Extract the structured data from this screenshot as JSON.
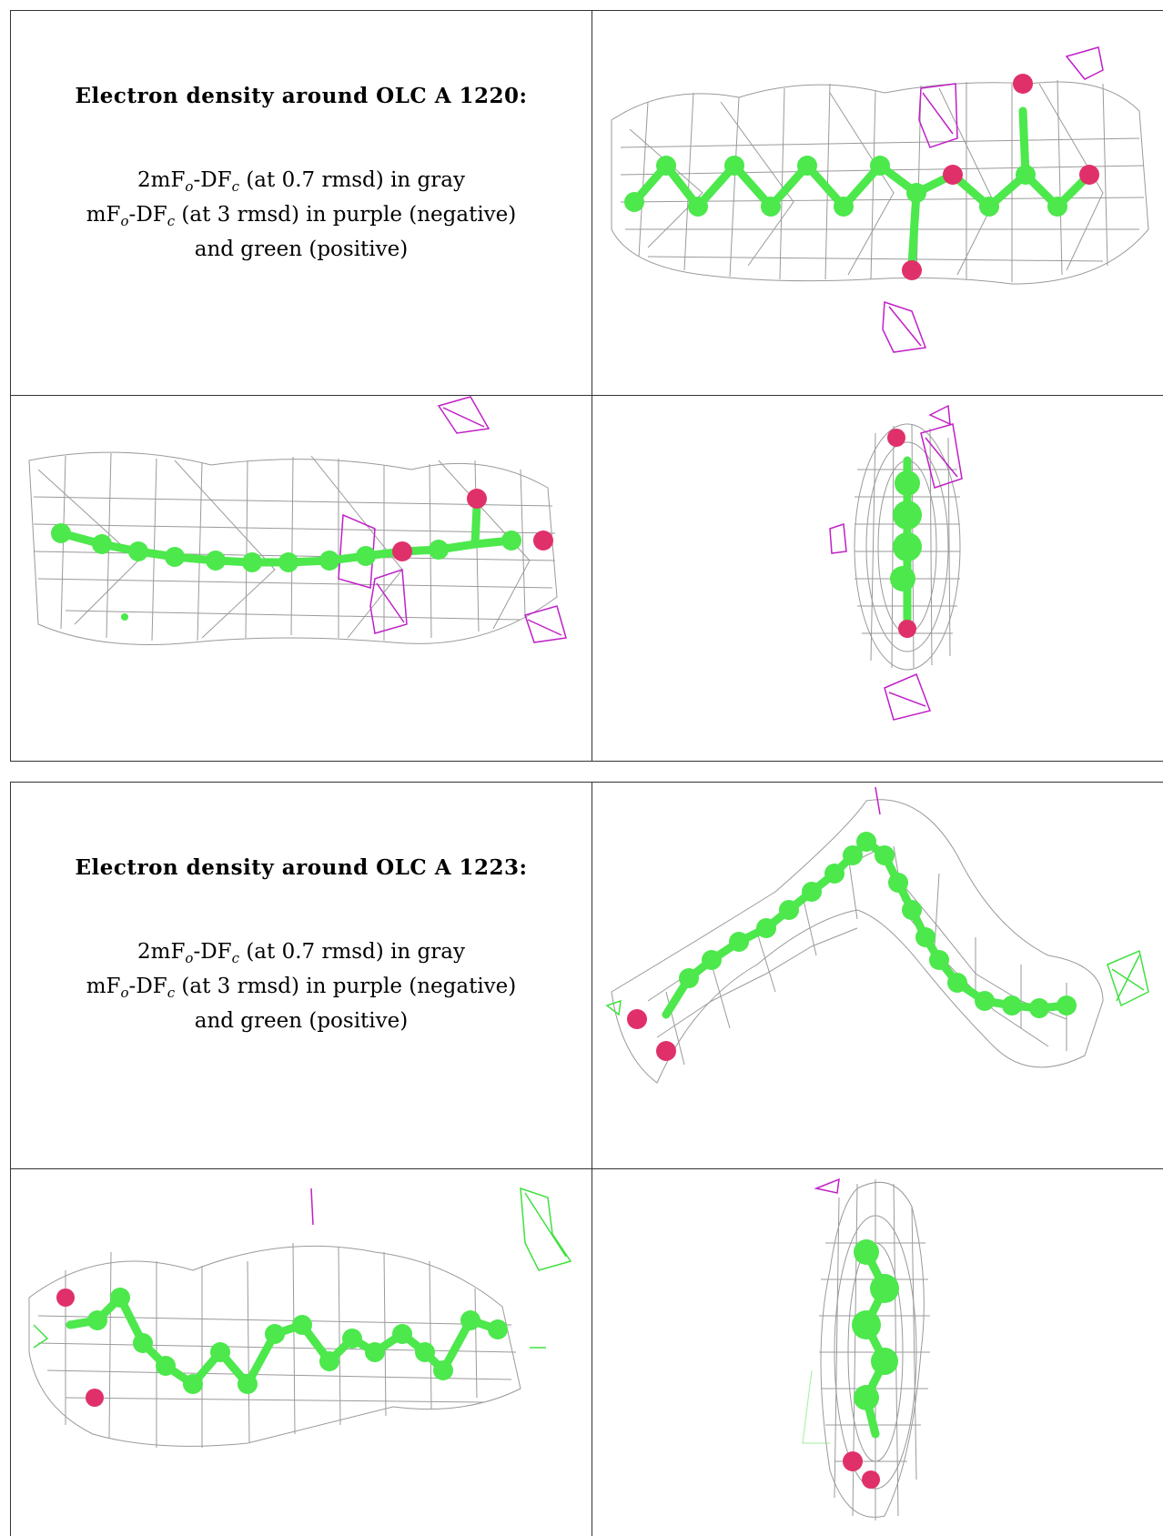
{
  "figures": [
    {
      "title": "Electron density around OLC A 1220:",
      "line1_pre": "2mF",
      "line1_sub1": "o",
      "line1_mid": "-DF",
      "line1_sub2": "c",
      "line1_post": " (at 0.7 rmsd) in gray",
      "line2_pre": "mF",
      "line2_sub1": "o",
      "line2_mid": "-DF",
      "line2_sub2": "c",
      "line2_post": " (at 3 rmsd) in purple (negative)",
      "line3": "and green (positive)"
    },
    {
      "title": "Electron density around OLC A 1223:",
      "line1_pre": "2mF",
      "line1_sub1": "o",
      "line1_mid": "-DF",
      "line1_sub2": "c",
      "line1_post": " (at 0.7 rmsd) in gray",
      "line2_pre": "mF",
      "line2_sub1": "o",
      "line2_mid": "-DF",
      "line2_sub2": "c",
      "line2_post": " (at 3 rmsd) in purple (negative)",
      "line3": "and green (positive)"
    }
  ],
  "colors": {
    "mesh": "#9a9a9a",
    "carbon": "#4ce84c",
    "oxygen": "#e0306a",
    "negative": "#c020c8",
    "positive": "#40e040"
  }
}
